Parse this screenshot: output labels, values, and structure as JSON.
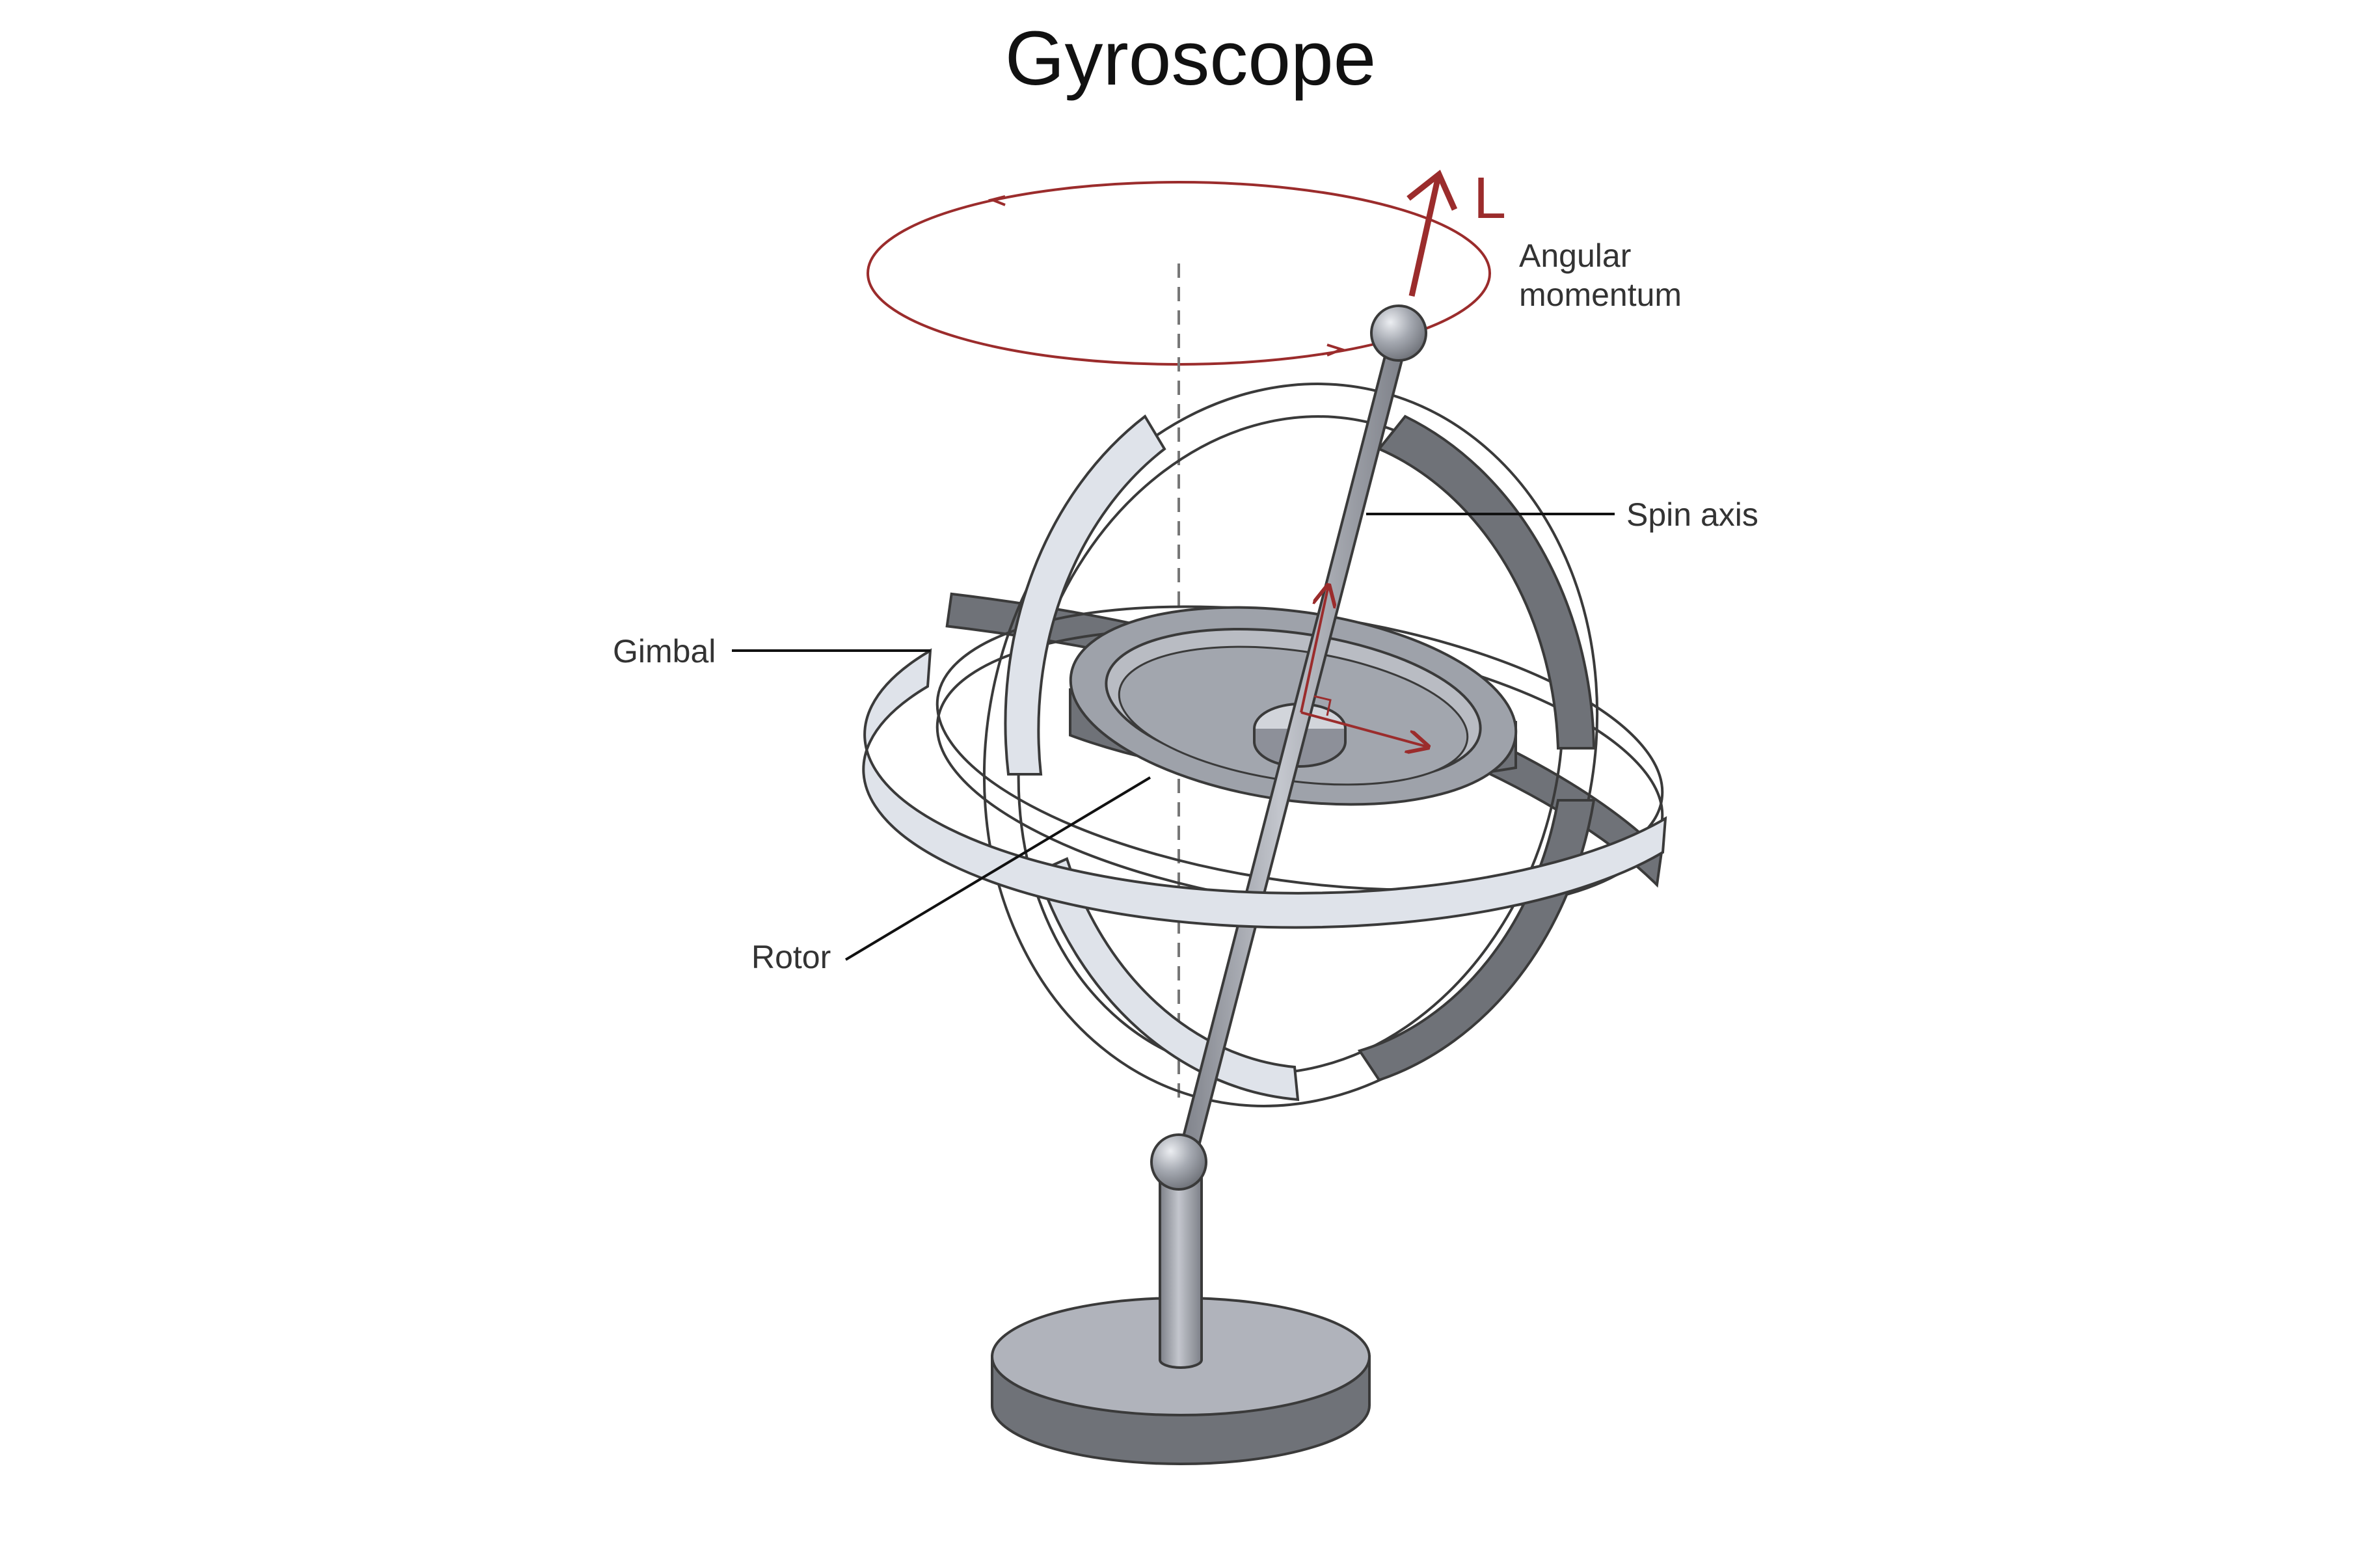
{
  "title": "Gyroscope",
  "labels": {
    "angular_momentum_symbol": "L",
    "angular_momentum_line1": "Angular",
    "angular_momentum_line2": "momentum",
    "spin_axis": "Spin axis",
    "gimbal": "Gimbal",
    "rotor": "Rotor"
  },
  "colors": {
    "accent_red": "#9b2c2c",
    "metal_light": "#b0b3bb",
    "metal_mid": "#8d9099",
    "metal_dark": "#6f7278",
    "gimbal_light": "#dfe3ea",
    "outline": "#3a3a3a"
  }
}
